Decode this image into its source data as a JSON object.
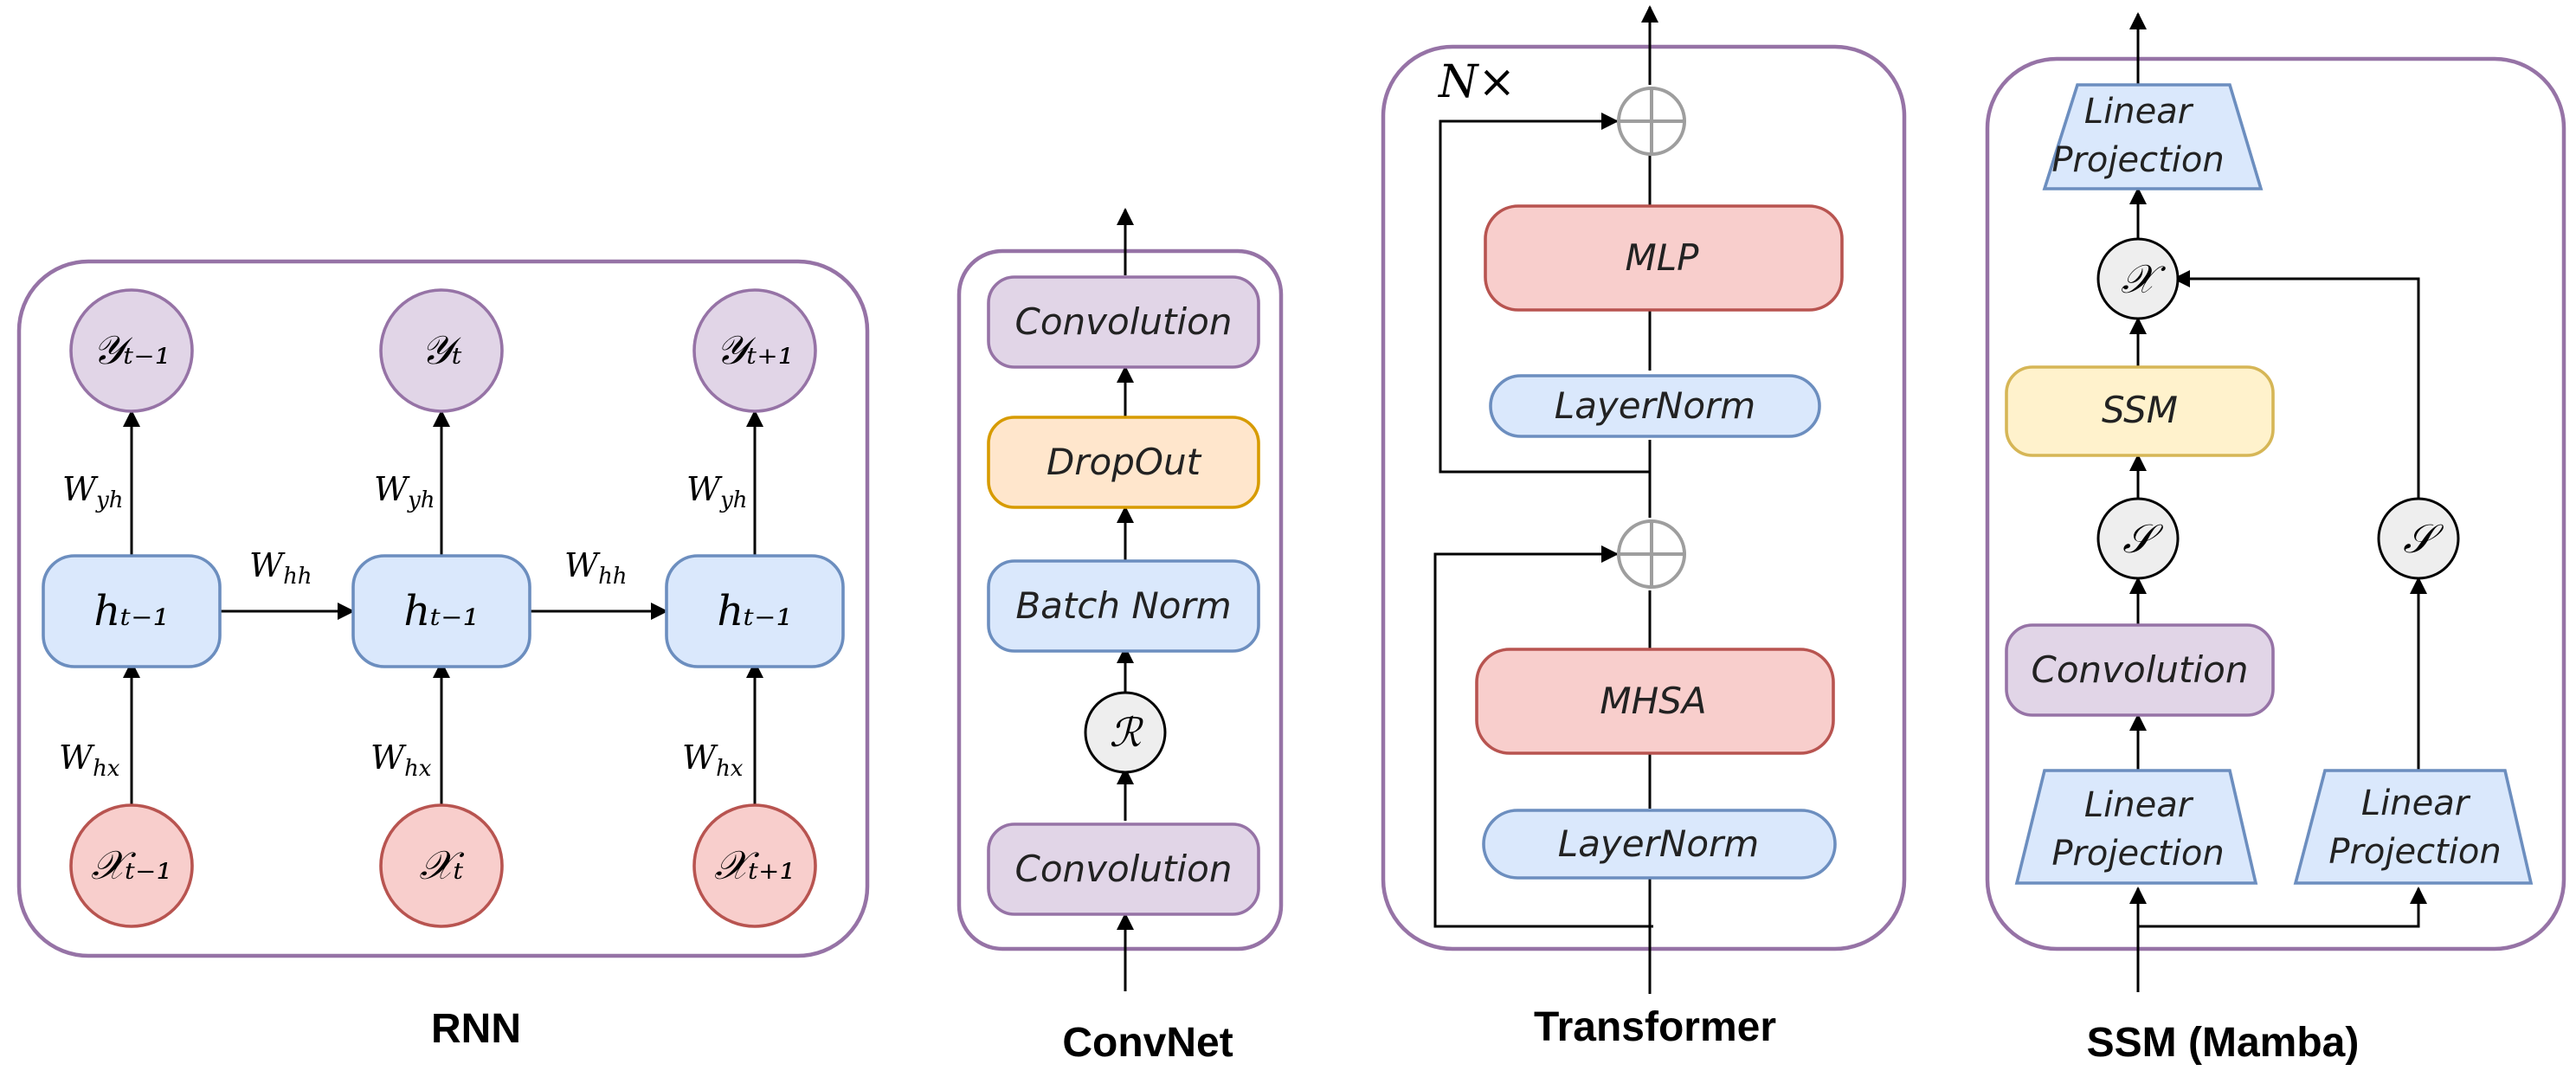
{
  "panels": {
    "rnn": {
      "title": "RNN",
      "outputs": [
        "𝒴ₜ₋₁",
        "𝒴ₜ",
        "𝒴ₜ₊₁"
      ],
      "hidden": [
        "hₜ₋₁",
        "hₜ₋₁",
        "hₜ₋₁"
      ],
      "inputs": [
        "𝒳ₜ₋₁",
        "𝒳ₜ",
        "𝒳ₜ₊₁"
      ],
      "w_out": "W",
      "w_out_sub": "yh",
      "w_rec": "W",
      "w_rec_sub": "hh",
      "w_in": "W",
      "w_in_sub": "hx"
    },
    "convnet": {
      "title": "ConvNet",
      "layers": {
        "conv_top": "Convolution",
        "dropout": "DropOut",
        "batch_norm": "Batch Norm",
        "relu": "ℛ",
        "conv_bottom": "Convolution"
      }
    },
    "transformer": {
      "title": "Transformer",
      "repeat": "N×",
      "layers": {
        "mlp": "MLP",
        "norm_top": "LayerNorm",
        "mhsa": "MHSA",
        "norm_bottom": "LayerNorm"
      }
    },
    "ssm": {
      "title": "SSM (Mamba)",
      "layers": {
        "proj_out_1": "Linear",
        "proj_out_2": "Projection",
        "mult": "𝒳",
        "ssm": "SSM",
        "act_left": "𝒮",
        "conv": "Convolution",
        "proj_left_1": "Linear",
        "proj_left_2": "Projection",
        "act_right": "𝒮",
        "proj_right_1": "Linear",
        "proj_right_2": "Projection"
      }
    }
  }
}
